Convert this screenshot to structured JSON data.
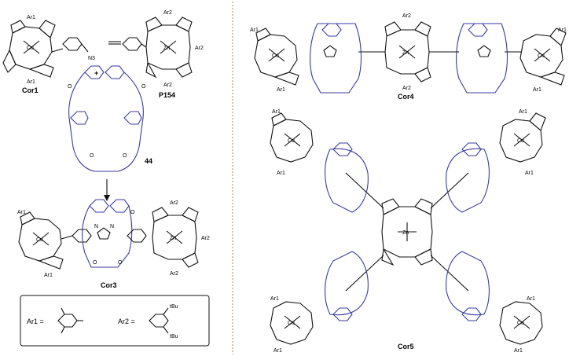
{
  "colors": {
    "ink": "#111111",
    "macrocycle": "#3a3aa0",
    "divider": "#b8a06a"
  },
  "left": {
    "cor1_label": "Cor1",
    "p154_label": "P154",
    "plus": "+",
    "macrocycle_label": "44",
    "cor3_label": "Cor3",
    "azide": "N3"
  },
  "legend": {
    "ar1": "Ar1 =",
    "ar2": "Ar2 =",
    "tbu": "tBu"
  },
  "right": {
    "cor4_label": "Cor4",
    "cor5_label": "Cor5"
  },
  "atoms": {
    "cu": "Cu",
    "zn": "Zn",
    "n": "N",
    "o": "O",
    "ar1": "Ar1",
    "ar2": "Ar2"
  }
}
